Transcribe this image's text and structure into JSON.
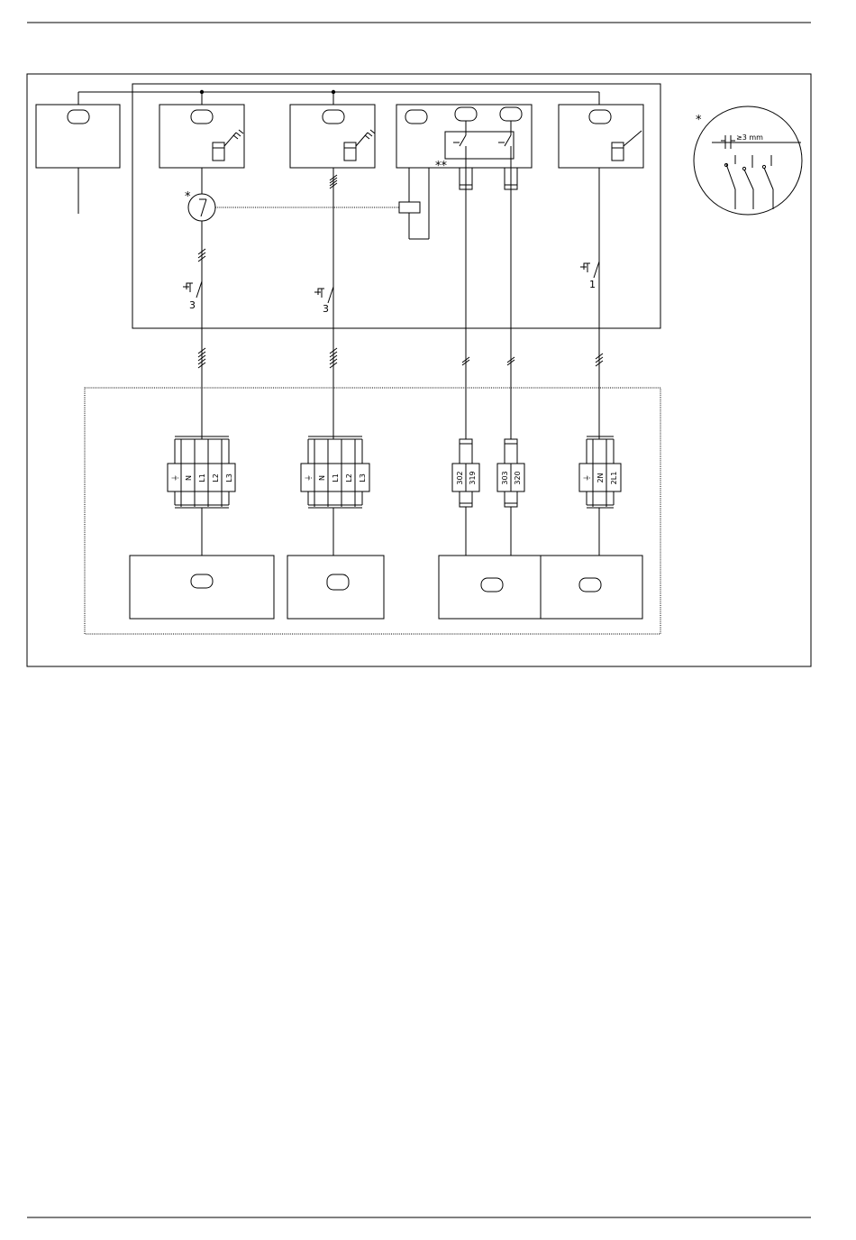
{
  "marks": {
    "asterisk": "*",
    "double_asterisk": "**",
    "gap_label": "≥3 mm"
  },
  "breakers": [
    {
      "id": "breaker-1",
      "label": "3"
    },
    {
      "id": "breaker-2",
      "label": "3"
    },
    {
      "id": "breaker-3",
      "label": "1"
    }
  ],
  "terminal_blocks": [
    {
      "id": "terminal-block-1",
      "labels": [
        "⏚",
        "N",
        "L1",
        "L2",
        "L3"
      ]
    },
    {
      "id": "terminal-block-2",
      "labels": [
        "⏚",
        "N",
        "L1",
        "L2",
        "L3"
      ]
    },
    {
      "id": "terminal-block-3",
      "labels": [
        "302",
        "319"
      ]
    },
    {
      "id": "terminal-block-4",
      "labels": [
        "303",
        "320"
      ]
    },
    {
      "id": "terminal-block-5",
      "labels": [
        "⏚",
        "2N",
        "2L1"
      ]
    }
  ]
}
